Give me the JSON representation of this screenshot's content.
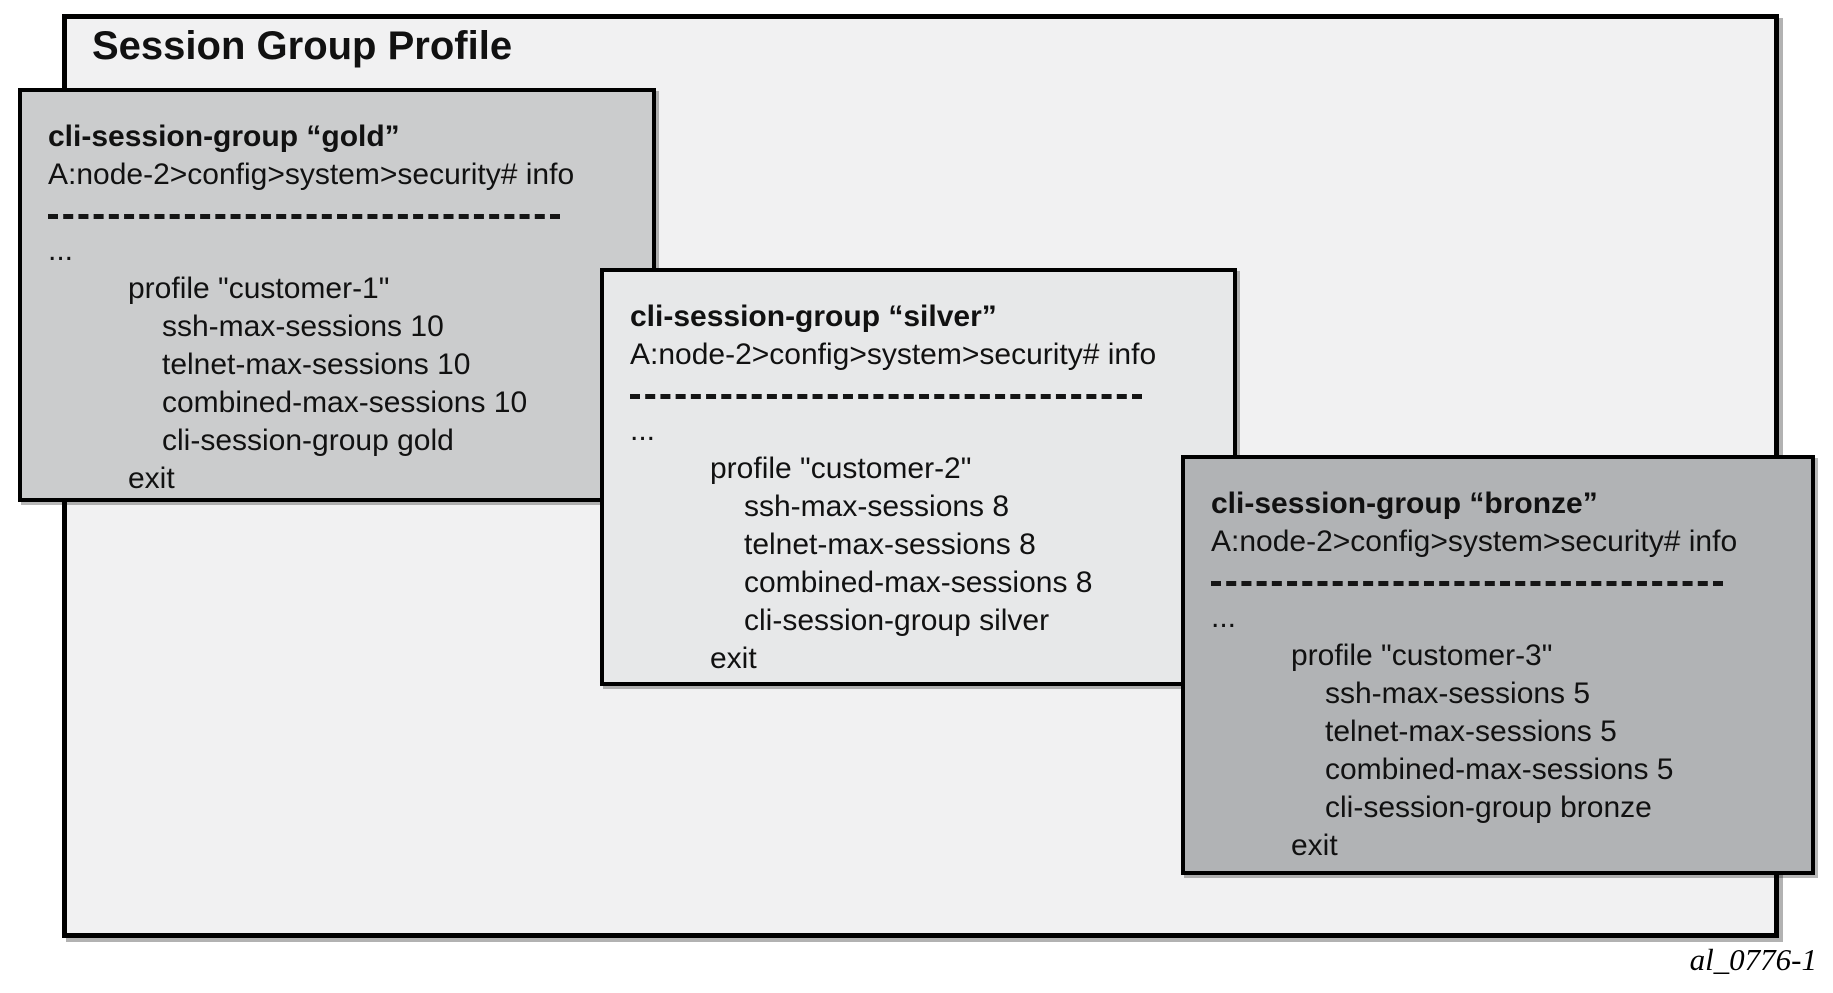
{
  "figure": {
    "title": "Session Group Profile",
    "caption": "al_0776-1"
  },
  "panels": [
    {
      "id": "gold",
      "heading": "cli-session-group “gold”",
      "prompt_line": "A:node-2>config>system>security# info",
      "separator_dashes": "----------------------------------------",
      "truncation_marker": "...",
      "code": [
        "profile \"customer-1\"",
        "ssh-max-sessions 10",
        "telnet-max-sessions 10",
        "combined-max-sessions 10",
        "cli-session-group gold",
        "exit"
      ],
      "background": "#cbcccd"
    },
    {
      "id": "silver",
      "heading": "cli-session-group “silver”",
      "prompt_line": "A:node-2>config>system>security# info",
      "separator_dashes": "----------------------------------------",
      "truncation_marker": "...",
      "code": [
        "profile \"customer-2\"",
        "ssh-max-sessions 8",
        "telnet-max-sessions 8",
        "combined-max-sessions 8",
        "cli-session-group silver",
        "exit"
      ],
      "background": "#e7e8e9"
    },
    {
      "id": "bronze",
      "heading": "cli-session-group “bronze”",
      "prompt_line": "A:node-2>config>system>security# info",
      "separator_dashes": "----------------------------------------",
      "truncation_marker": "...",
      "code": [
        "profile \"customer-3\"",
        "ssh-max-sessions 5",
        "telnet-max-sessions 5",
        "combined-max-sessions 5",
        "cli-session-group bronze",
        "exit"
      ],
      "background": "#b1b3b5"
    }
  ],
  "colors": {
    "outer_background": "#f1f1f2",
    "border": "#000000",
    "gold_panel": "#cbcccd",
    "silver_panel": "#e7e8e9",
    "bronze_panel": "#b1b3b5",
    "text": "#111111"
  }
}
